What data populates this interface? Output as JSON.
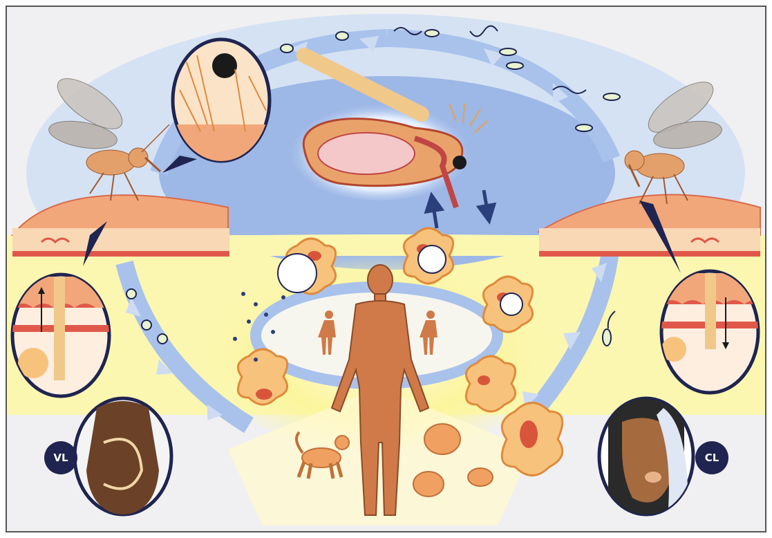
{
  "labels": {
    "vl": "VL",
    "cl": "CL"
  },
  "icons": [
    "sandfly-left",
    "sandfly-right",
    "sandfly-gut-section",
    "human-host",
    "dog-reservoir",
    "rodent-reservoir",
    "macrophage-infected",
    "promastigote",
    "amastigote",
    "skin-section",
    "lifecycle-arrow"
  ],
  "colors": {
    "background": "#f0f0f2",
    "upper_zone": "#c6d7ee",
    "upper_oval": "#9db7e6",
    "lower_zone": "#fbf7b0",
    "inner_glow": "#faf59a",
    "cycle_arrow": "#a9c2ec",
    "skin": "#f2a77a",
    "skin_dark": "#e0584a",
    "human": "#cf7a48",
    "macrophage": "#f7c27c",
    "badge": "#1f2450"
  }
}
